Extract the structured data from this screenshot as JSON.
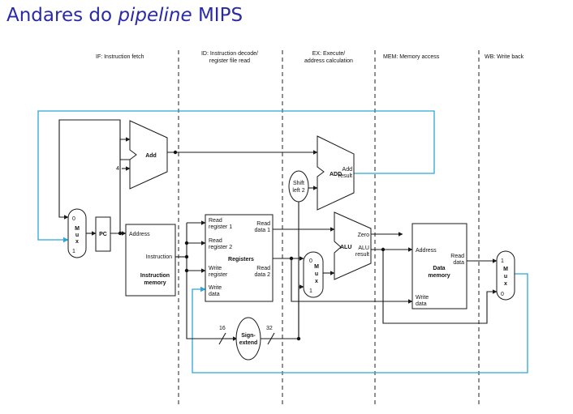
{
  "title": {
    "prefix": "Andares do ",
    "italic": "pipeline",
    "suffix": " MIPS"
  },
  "stages": {
    "if": "IF: Instruction fetch",
    "id_1": "ID: Instruction decode/",
    "id_2": "register file read",
    "ex_1": "EX: Execute/",
    "ex_2": "address calculation",
    "mem": "MEM: Memory access",
    "wb": "WB: Write back"
  },
  "blocks": {
    "pc": "PC",
    "add": "Add",
    "const_4": "4",
    "mux_m": "M",
    "mux_u": "u",
    "mux_x": "x",
    "mux_if_0": "0",
    "mux_if_1": "1",
    "mux_ex_0": "0",
    "mux_ex_1": "1",
    "mux_wb_1": "1",
    "mux_wb_0": "0",
    "imem_address": "Address",
    "imem_instruction": "Instruction",
    "imem_name_1": "Instruction",
    "imem_name_2": "memory",
    "reg_read1_a": "Read",
    "reg_read1_b": "register 1",
    "reg_read2_a": "Read",
    "reg_read2_b": "register 2",
    "reg_write_a": "Write",
    "reg_write_b": "register",
    "reg_wdata_a": "Write",
    "reg_wdata_b": "data",
    "reg_rdata1_a": "Read",
    "reg_rdata1_b": "data 1",
    "reg_rdata2_a": "Read",
    "reg_rdata2_b": "data 2",
    "registers": "Registers",
    "shift_1": "Shift",
    "shift_2": "left 2",
    "add_result_alu": "ADD",
    "add_result_a": "Add",
    "add_result_b": "result",
    "alu": "ALU",
    "alu_zero": "Zero",
    "alu_result_a": "ALU",
    "alu_result_b": "result",
    "dmem_address": "Address",
    "dmem_read_a": "Read",
    "dmem_read_b": "data",
    "dmem_name_1": "Data",
    "dmem_name_2": "memory",
    "dmem_write_a": "Write",
    "dmem_write_b": "data",
    "sign_1": "Sign-",
    "sign_2": "extend",
    "bits_16": "16",
    "bits_32": "32"
  }
}
